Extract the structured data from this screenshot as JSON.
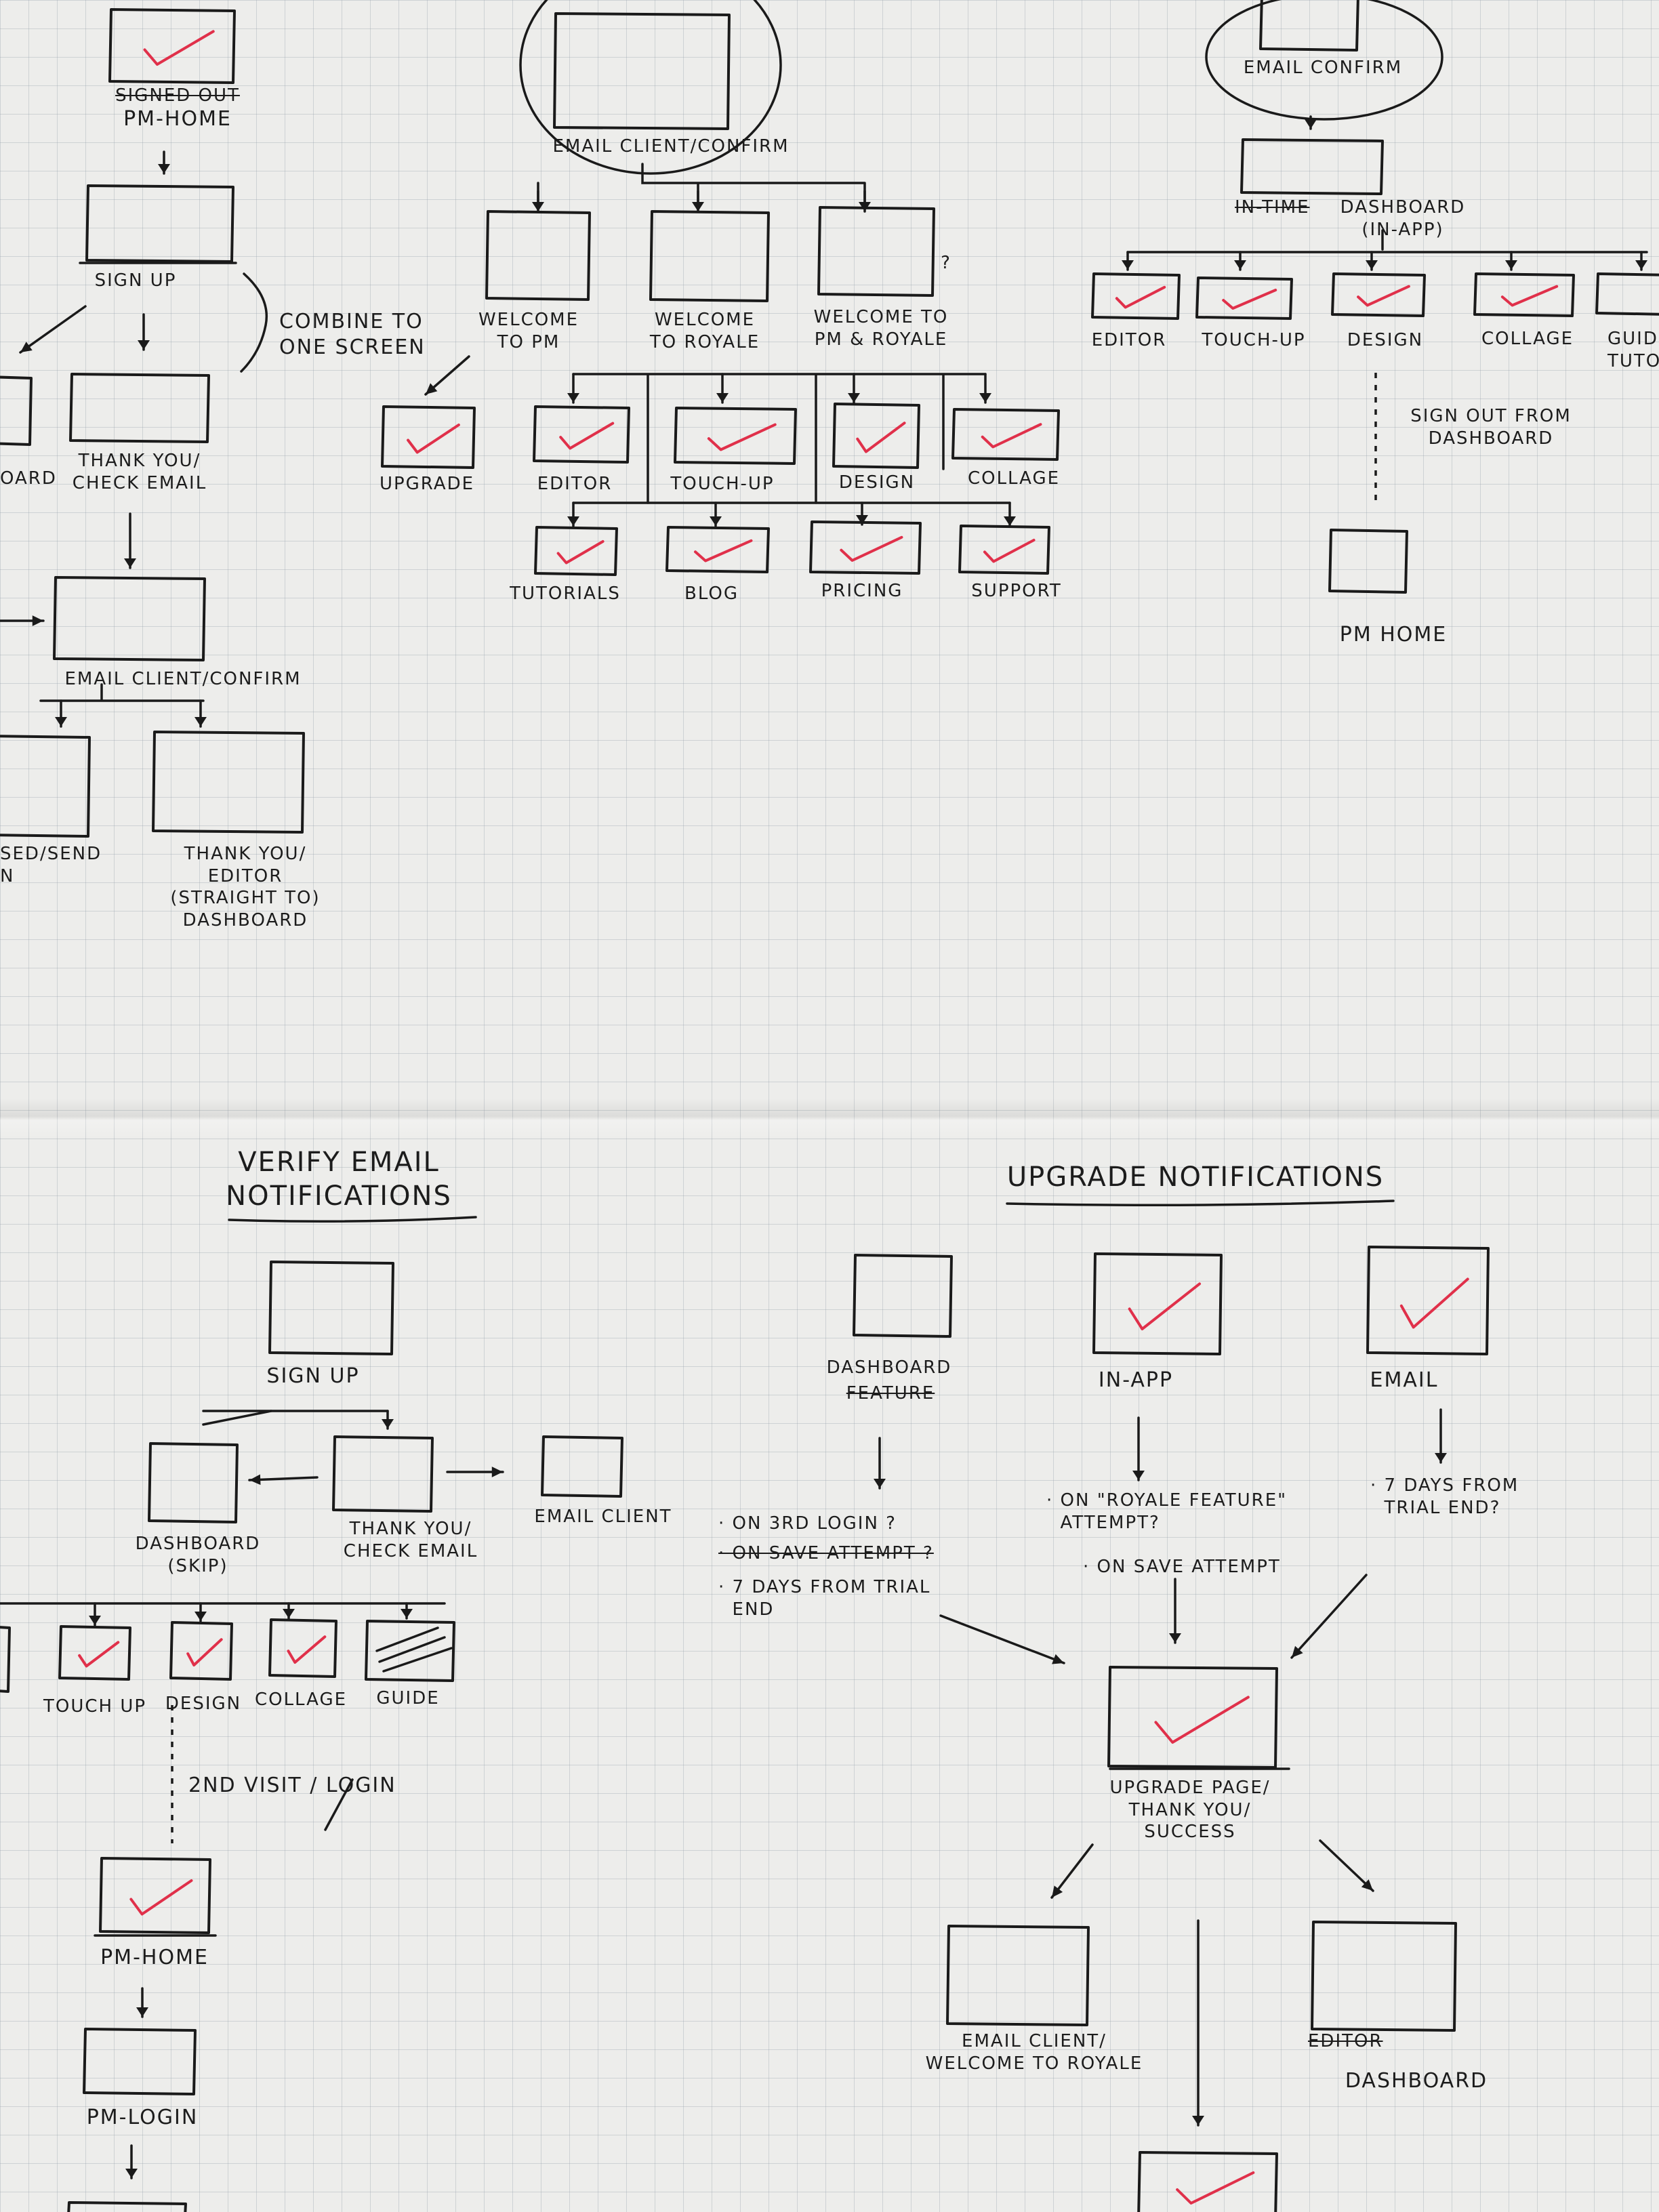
{
  "colors": {
    "ink": "#1a1a1a",
    "check": "#e0304a",
    "paper": "#ededeb",
    "grid": "#a9b0b6"
  },
  "labels": {
    "tl_signed_out": "SIGNED OUT",
    "tl_pm_home": "PM-HOME",
    "tl_sign_up": "SIGN UP",
    "tl_combine": "COMBINE TO\nONE SCREEN",
    "tl_oard": "OARD",
    "tl_thank_you": "THANK YOU/\nCHECK EMAIL",
    "tl_email_client": "EMAIL CLIENT/CONFIRM",
    "tl_sed_send": "SED/SEND\nN",
    "tl_thank_editor": "THANK YOU/\nEDITOR\n(STRAIGHT TO)\nDASHBOARD",
    "tc_email_client": "EMAIL CLIENT/CONFIRM",
    "tc_welcome_pm": "WELCOME\nTO PM",
    "tc_welcome_royale": "WELCOME\nTO ROYALE",
    "tc_welcome_both": "WELCOME TO\nPM & ROYALE",
    "tc_question": "?",
    "tc_upgrade": "UPGRADE",
    "tc_editor": "EDITOR",
    "tc_touch_up": "TOUCH-UP",
    "tc_design": "DESIGN",
    "tc_collage": "COLLAGE",
    "tc_tutorials": "TUTORIALS",
    "tc_blog": "BLOG",
    "tc_pricing": "PRICING",
    "tc_support": "SUPPORT",
    "tr_email_confirm": "EMAIL CONFIRM",
    "tr_dashboard_strike": "IN-TIME",
    "tr_dashboard": "DASHBOARD\n(IN-APP)",
    "tr_editor": "EDITOR",
    "tr_touch_up": "TOUCH-UP",
    "tr_design": "DESIGN",
    "tr_collage": "COLLAGE",
    "tr_guide": "GUID\nTUTOR",
    "tr_sign_out": "SIGN OUT FROM\nDASHBOARD",
    "tr_pm_home": "PM HOME",
    "bl_title": "VERIFY EMAIL\nNOTIFICATIONS",
    "bl_sign_up": "SIGN UP",
    "bl_dashboard": "DASHBOARD\n(SKIP)",
    "bl_thank_you": "THANK YOU/\nCHECK EMAIL",
    "bl_email_client": "EMAIL CLIENT",
    "bl_touch_up": "TOUCH UP",
    "bl_design": "DESIGN",
    "bl_collage": "COLLAGE",
    "bl_guide": "GUIDE",
    "bl_second_visit": "2ND VISIT / LOGIN",
    "bl_pm_home": "PM-HOME",
    "bl_pm_login": "PM-LOGIN",
    "br_title": "UPGRADE NOTIFICATIONS",
    "br_dashboard": "DASHBOARD",
    "br_dashboard_strike": "FEATURE",
    "br_in_app": "IN-APP",
    "br_email": "EMAIL",
    "br_notes_dashboard_1": "· ON 3RD LOGIN ?",
    "br_notes_dashboard_2": "· ON SAVE ATTEMPT ?",
    "br_notes_dashboard_3": "· 7 DAYS FROM TRIAL\n  END",
    "br_notes_inapp_1": "· ON \"ROYALE FEATURE\"\n  ATTEMPT?",
    "br_notes_inapp_2": "· ON SAVE ATTEMPT",
    "br_notes_email": "· 7 DAYS FROM\n  TRIAL END?",
    "br_upgrade_page": "UPGRADE PAGE/\nTHANK YOU/\nSUCCESS",
    "br_email_welcome": "EMAIL CLIENT/\nWELCOME TO ROYALE",
    "br_dashboard_bottom": "DASHBOARD",
    "br_dashboard_bottom_strike": "EDITOR"
  }
}
